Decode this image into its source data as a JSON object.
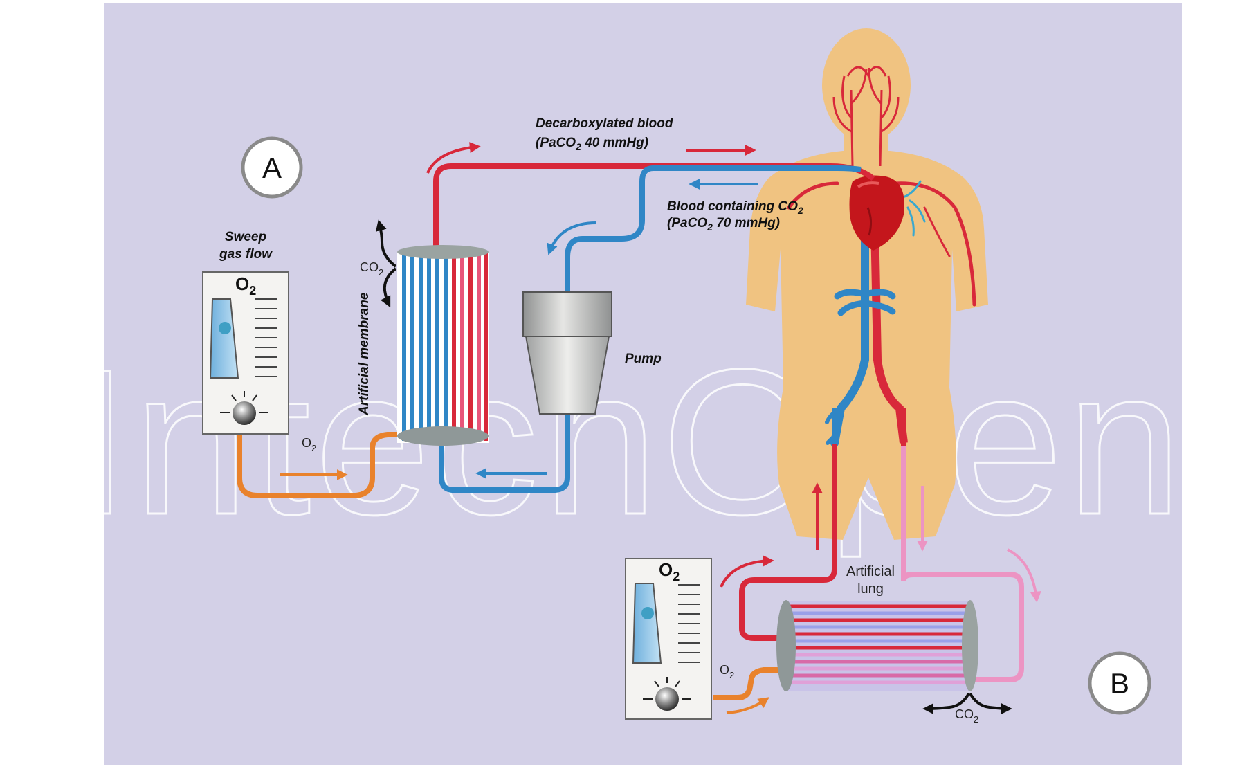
{
  "colors": {
    "background": "#d3d0e7",
    "body": "#f0c381",
    "oxygenated": "#d8283a",
    "deoxygenated": "#2f86c6",
    "sweep_gas": "#e9822c",
    "return_pink": "#ec94c3",
    "frame": "#f4f3f1",
    "watermark": "#ffffff"
  },
  "watermark": {
    "text": "IntechOpen"
  },
  "panel_a": {
    "badge": "A",
    "sweep_gas_line1": "Sweep",
    "sweep_gas_line2": "gas flow",
    "meter_o2": "O",
    "meter_o2_sub": "2",
    "o2_label": "O",
    "o2_sub": "2",
    "co2_label": "CO",
    "co2_sub": "2",
    "membrane_label": "Artificial membrane",
    "pump_label": "Pump",
    "decarb_line1": "Decarboxylated blood",
    "decarb_line2_pre": "(PaCO",
    "decarb_line2_sub": "2",
    "decarb_line2_post": " 40 mmHg)",
    "co2blood_line1_pre": "Blood containing CO",
    "co2blood_line1_sub": "2",
    "co2blood_line2_pre": "(PaCO",
    "co2blood_line2_sub": "2",
    "co2blood_line2_post": " 70 mmHg)"
  },
  "panel_b": {
    "badge": "B",
    "meter_o2": "O",
    "meter_o2_sub": "2",
    "o2_label": "O",
    "o2_sub": "2",
    "co2_label": "CO",
    "co2_sub": "2",
    "lung_line1": "Artificial",
    "lung_line2": "lung"
  }
}
